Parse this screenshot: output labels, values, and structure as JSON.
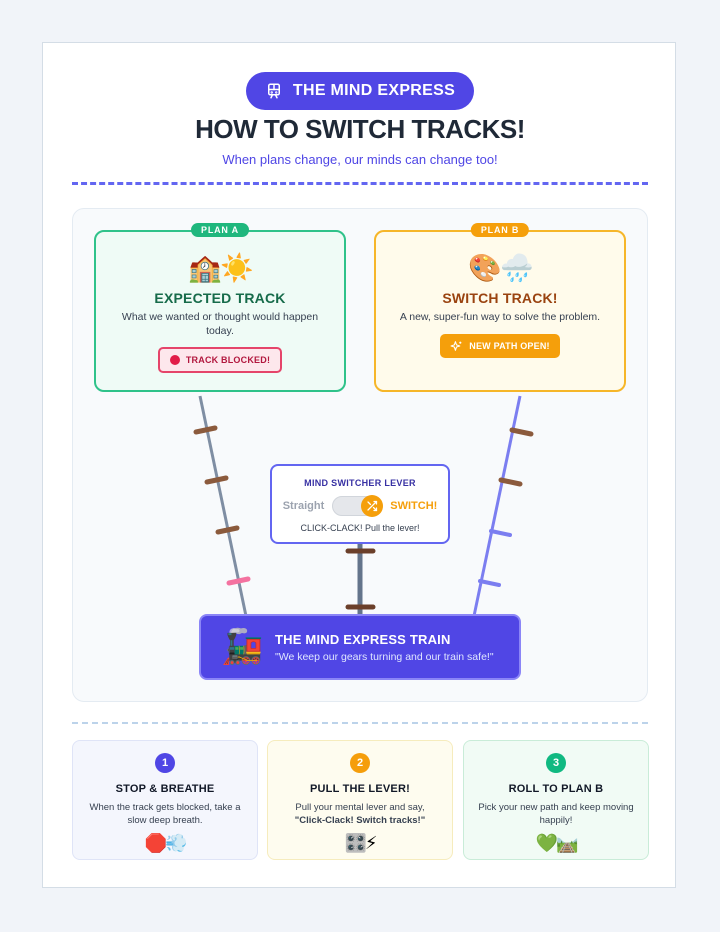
{
  "header": {
    "pill_label": "THE MIND EXPRESS",
    "pill_icon": "train-icon",
    "title": "HOW TO SWITCH TRACKS!",
    "subtitle": "When plans change, our minds can change too!"
  },
  "plan_a": {
    "tag": "PLAN A",
    "emoji": "🏫☀️",
    "title": "EXPECTED TRACK",
    "description": "What we wanted or thought would happen today.",
    "badge": "TRACK BLOCKED!"
  },
  "plan_b": {
    "tag": "PLAN B",
    "emoji": "🎨🌧️",
    "title": "SWITCH TRACK!",
    "description": "A new, super-fun way to solve the problem.",
    "badge": "NEW PATH OPEN!"
  },
  "lever": {
    "title": "MIND SWITCHER LEVER",
    "left_label": "Straight",
    "right_label": "SWITCH!",
    "hint": "CLICK-CLACK! Pull the lever!"
  },
  "train": {
    "emoji": "🚂",
    "title": "THE MIND EXPRESS TRAIN",
    "quote": "\"We keep our gears turning and our train safe!\""
  },
  "steps": [
    {
      "number": "1",
      "title": "STOP & BREATHE",
      "text": "When the track gets blocked, take a slow deep breath.",
      "emoji": "🛑💨"
    },
    {
      "number": "2",
      "title": "PULL THE LEVER!",
      "text_prefix": "Pull your mental lever and say, ",
      "text_bold": "\"Click-Clack! Switch tracks!\"",
      "emoji": "🎛️⚡"
    },
    {
      "number": "3",
      "title": "ROLL TO PLAN B",
      "text": "Pick your new path and keep moving happily!",
      "emoji": "💚🛤️"
    }
  ],
  "colors": {
    "primary": "#5046e5",
    "plan_a": "#2fc28a",
    "plan_b": "#f6b629",
    "blocked": "#e5456a"
  }
}
